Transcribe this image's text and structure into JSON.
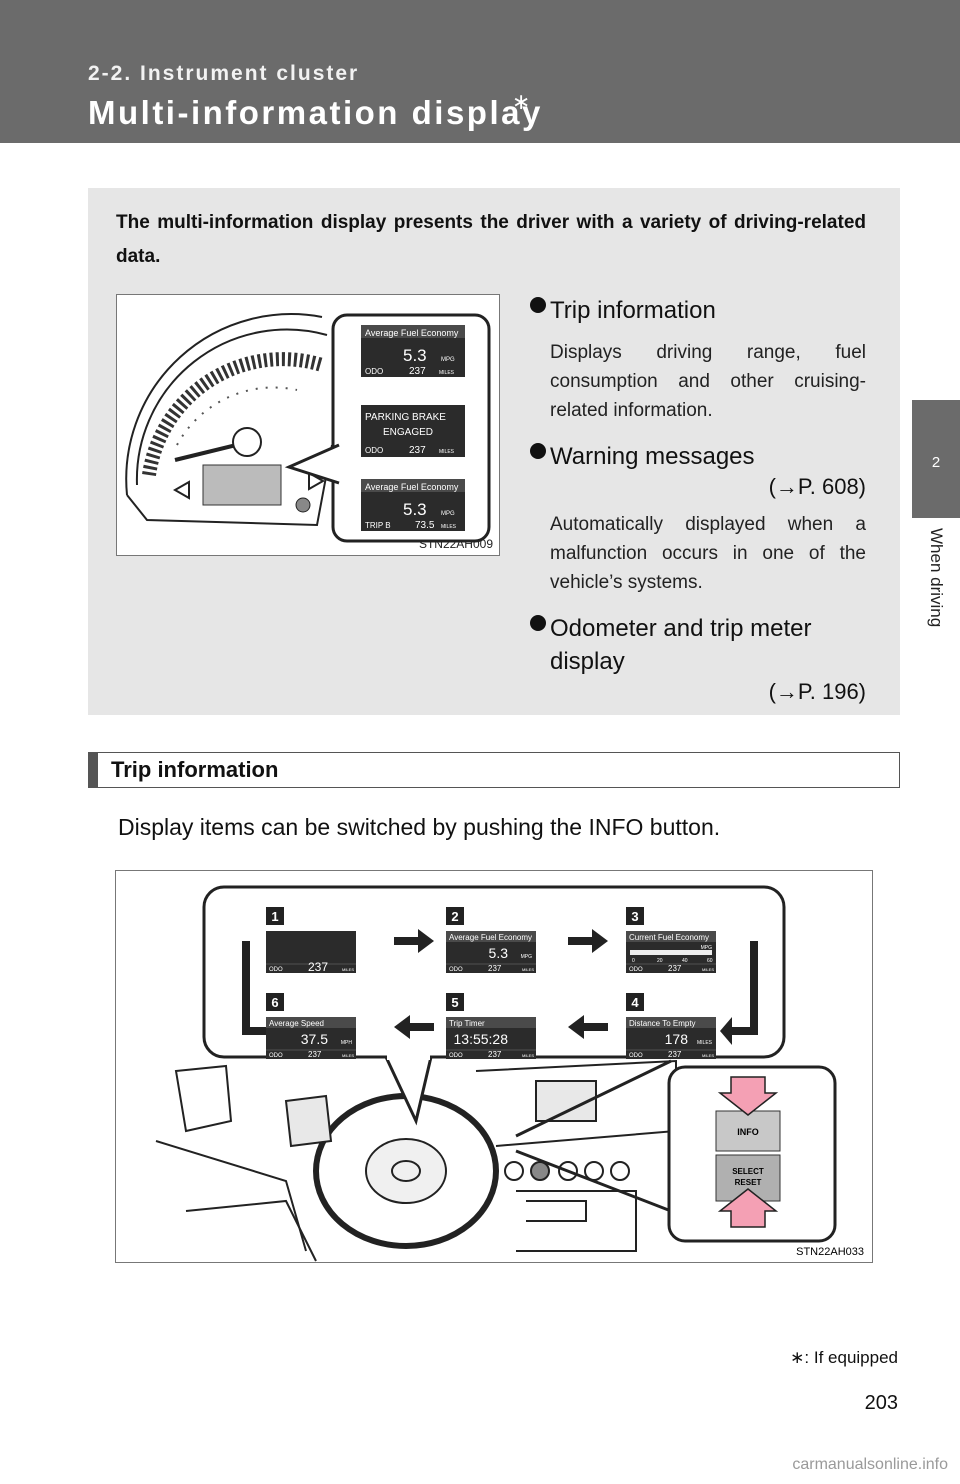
{
  "header": {
    "section": "2-2. Instrument cluster",
    "title": "Multi-information display",
    "title_mark": "∗"
  },
  "side_tab": {
    "chapter_number": "2",
    "chapter_label": "When driving"
  },
  "summary": {
    "intro": "The multi-information display presents the driver with a variety of driving-related data.",
    "figure": {
      "code": "STN22AH009",
      "screens": [
        {
          "top": "Average Fuel Economy",
          "value": "5.3",
          "unit": "MPG",
          "bottom_label": "ODO",
          "bottom_value": "237",
          "bottom_unit": "MILES"
        },
        {
          "top": "PARKING BRAKE",
          "value": "ENGAGED",
          "unit": "",
          "bottom_label": "ODO",
          "bottom_value": "237",
          "bottom_unit": "MILES"
        },
        {
          "top": "Average Fuel Economy",
          "value": "5.3",
          "unit": "MPG",
          "bottom_label": "TRIP B",
          "bottom_value": "73.5",
          "bottom_unit": "MILES"
        }
      ]
    },
    "bullets": [
      {
        "title": "Trip information",
        "ref": "",
        "desc": "Displays driving range, fuel consumption and other cruising-related information."
      },
      {
        "title": "Warning messages",
        "ref": "(→P. 608)",
        "desc": "Automatically displayed when a malfunction occurs in one of the vehicle’s systems."
      },
      {
        "title": "Odometer and trip meter display",
        "ref": "(→P. 196)",
        "desc": ""
      }
    ]
  },
  "trip_section": {
    "heading": "Trip information",
    "body": "Display items can be switched by pushing the INFO button.",
    "figure": {
      "code": "STN22AH033",
      "panels": [
        {
          "num": "1",
          "top": "",
          "value": "",
          "unit": "",
          "odo": "ODO",
          "odo_value": "237",
          "odo_unit": "MILES"
        },
        {
          "num": "2",
          "top": "Average Fuel Economy",
          "value": "5.3",
          "unit": "MPG",
          "odo": "ODO",
          "odo_value": "237",
          "odo_unit": "MILES"
        },
        {
          "num": "3",
          "top": "Current Fuel Economy",
          "value": "",
          "unit": "MPG",
          "odo": "ODO",
          "odo_value": "237",
          "odo_unit": "MILES"
        },
        {
          "num": "4",
          "top": "Distance To Empty",
          "value": "178",
          "unit": "MILES",
          "odo": "ODO",
          "odo_value": "237",
          "odo_unit": "MILES"
        },
        {
          "num": "5",
          "top": "Trip Timer",
          "value": "13:55:28",
          "unit": "",
          "odo": "ODO",
          "odo_value": "237",
          "odo_unit": "MILES"
        },
        {
          "num": "6",
          "top": "Average Speed",
          "value": "37.5",
          "unit": "MPH",
          "odo": "ODO",
          "odo_value": "237",
          "odo_unit": "MILES"
        }
      ],
      "scale": [
        "0",
        "20",
        "40",
        "60"
      ],
      "buttons": {
        "info": "INFO",
        "select": "SELECT",
        "reset": "RESET"
      }
    }
  },
  "footnote": "∗: If equipped",
  "page_number": "203",
  "watermark": "carmanualsonline.info"
}
